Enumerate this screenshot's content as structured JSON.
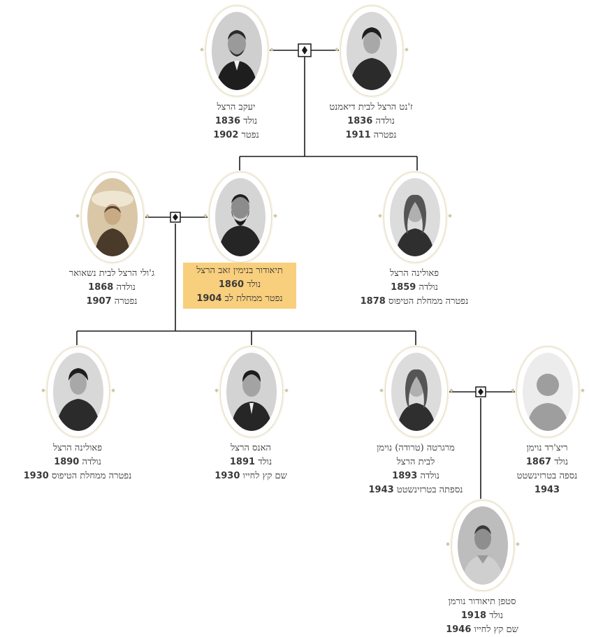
{
  "colors": {
    "line": "#1a1a1a",
    "frame": "#e3ddc4",
    "highlight": "#f8cf7d"
  },
  "marriage_icon": "diamond-in-square-icon",
  "people": [
    {
      "id": "yaakov",
      "name": "יעקב הרצל",
      "lines": [
        {
          "label": "נולד",
          "year": "1836"
        },
        {
          "label": "נפטר",
          "year": "1902"
        }
      ],
      "photo": "man-portrait"
    },
    {
      "id": "jeanette",
      "name": "ז'נט הרצל לבית דיאמנט",
      "lines": [
        {
          "label": "נולדה",
          "year": "1836"
        },
        {
          "label": "נפטרה",
          "year": "1911"
        }
      ],
      "photo": "woman-portrait"
    },
    {
      "id": "julie",
      "name": "ג'ולי הרצל לבית נשאואר",
      "lines": [
        {
          "label": "נולדה",
          "year": "1868"
        },
        {
          "label": "נפטרה",
          "year": "1907"
        }
      ],
      "photo": "woman-hat-portrait"
    },
    {
      "id": "theodor",
      "name": "תיאודור בנימין זאב הרצל",
      "lines": [
        {
          "label": "נולד",
          "year": "1860"
        },
        {
          "label": "נפטר ממחלת לב",
          "year": "1904"
        }
      ],
      "photo": "bearded-man-portrait"
    },
    {
      "id": "pauline1",
      "name": "פאולינה הרצל",
      "lines": [
        {
          "label": "נולדה",
          "year": "1859"
        },
        {
          "label": "נפטרה ממחלת הטיפוס",
          "year": "1878"
        }
      ],
      "photo": "girl-portrait"
    },
    {
      "id": "pauline2",
      "name": "פאולינה הרצל",
      "lines": [
        {
          "label": "נולדה",
          "year": "1890"
        },
        {
          "label": "נפטרה ממחלת הטיפוס",
          "year": "1930"
        }
      ],
      "photo": "woman-portrait"
    },
    {
      "id": "hans",
      "name": "האנס הרצל",
      "lines": [
        {
          "label": "נולד",
          "year": "1891"
        },
        {
          "label": "שם קץ לחייו",
          "year": "1930"
        }
      ],
      "photo": "young-man-portrait"
    },
    {
      "id": "margarethe",
      "name": "מרגרטה (טרודה) נוימן",
      "name2": "לבית הרצל",
      "lines": [
        {
          "label": "נולדה",
          "year": "1893"
        },
        {
          "label": "נספתה בטרזינשטט",
          "year": "1943"
        }
      ],
      "photo": "girl-portrait"
    },
    {
      "id": "richard",
      "name": "ריצ'רד נוימן",
      "lines": [
        {
          "label": "נולד",
          "year": "1867"
        },
        {
          "label": "נספה בטרזינשטט",
          "year": ""
        },
        {
          "label": "",
          "year": "1943"
        }
      ],
      "photo": "placeholder-avatar-icon"
    },
    {
      "id": "stephan",
      "name": "סטפן תיאודור נורמן",
      "lines": [
        {
          "label": "נולד",
          "year": "1918"
        },
        {
          "label": "שם קץ לחייו",
          "year": "1946"
        }
      ],
      "photo": "soldier-portrait"
    }
  ]
}
